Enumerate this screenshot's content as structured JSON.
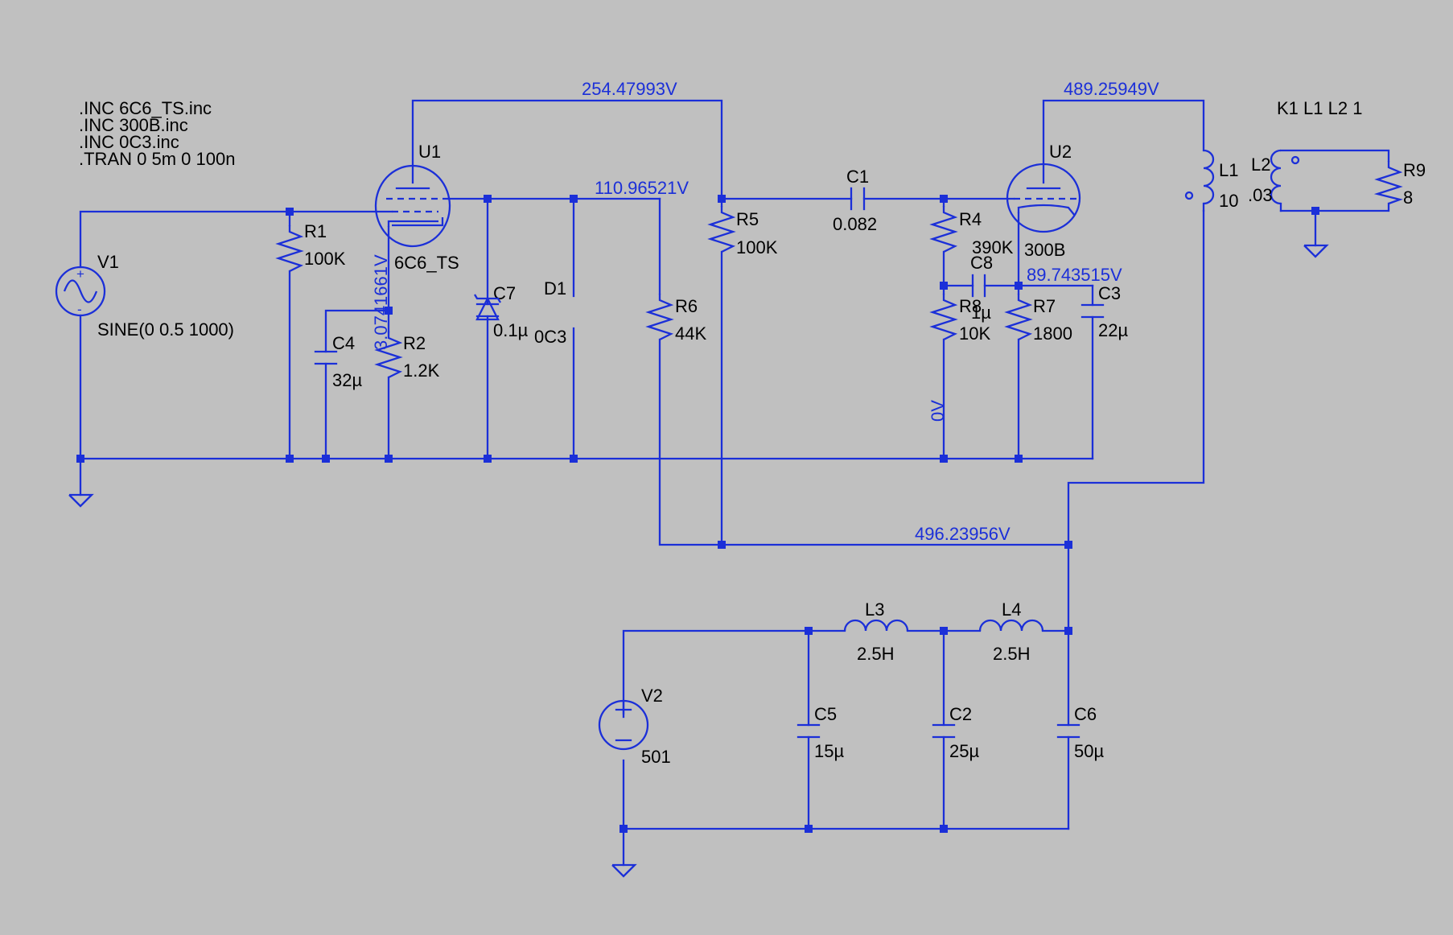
{
  "directives": [
    ".INC 6C6_TS.inc",
    ".INC 300B.inc",
    ".INC 0C3.inc",
    ".TRAN 0 5m 0 100n"
  ],
  "coupling": "K1 L1 L2 1",
  "components": {
    "v1": {
      "name": "V1",
      "value": "SINE(0 0.5 1000)"
    },
    "v2": {
      "name": "V2",
      "value": "501"
    },
    "u1": {
      "name": "U1",
      "value": "6C6_TS"
    },
    "u2": {
      "name": "U2",
      "value": "300B"
    },
    "r1": {
      "name": "R1",
      "value": "100K"
    },
    "r2": {
      "name": "R2",
      "value": "1.2K"
    },
    "r4": {
      "name": "R4",
      "value": "390K"
    },
    "r5": {
      "name": "R5",
      "value": "100K"
    },
    "r6": {
      "name": "R6",
      "value": "44K"
    },
    "r7": {
      "name": "R7",
      "value": "1800"
    },
    "r8": {
      "name": "R8",
      "value": "10K"
    },
    "r9": {
      "name": "R9",
      "value": "8"
    },
    "c1": {
      "name": "C1",
      "value": "0.082"
    },
    "c2": {
      "name": "C2",
      "value": "25µ"
    },
    "c3": {
      "name": "C3",
      "value": "22µ"
    },
    "c4": {
      "name": "C4",
      "value": "32µ"
    },
    "c5": {
      "name": "C5",
      "value": "15µ"
    },
    "c6": {
      "name": "C6",
      "value": "50µ"
    },
    "c7": {
      "name": "C7",
      "value": "0.1µ"
    },
    "c8": {
      "name": "C8",
      "value": "1µ"
    },
    "d1": {
      "name": "D1",
      "value": "0C3"
    },
    "l1": {
      "name": "L1",
      "value": "10"
    },
    "l2": {
      "name": "L2",
      "value": ".03"
    },
    "l3": {
      "name": "L3",
      "value": "2.5H"
    },
    "l4": {
      "name": "L4",
      "value": "2.5H"
    }
  },
  "voltages": {
    "u1_plate": "254.47993V",
    "screen": "110.96521V",
    "u2_plate": "489.25949V",
    "u2_cathode": "89.743515V",
    "b_plus": "496.23956V",
    "u1_cathode": "3.0741661V",
    "u2_grid": "0V"
  },
  "colors": {
    "background": "#c0c0c0",
    "wire": "#1b2fd8",
    "text": "#000000"
  }
}
